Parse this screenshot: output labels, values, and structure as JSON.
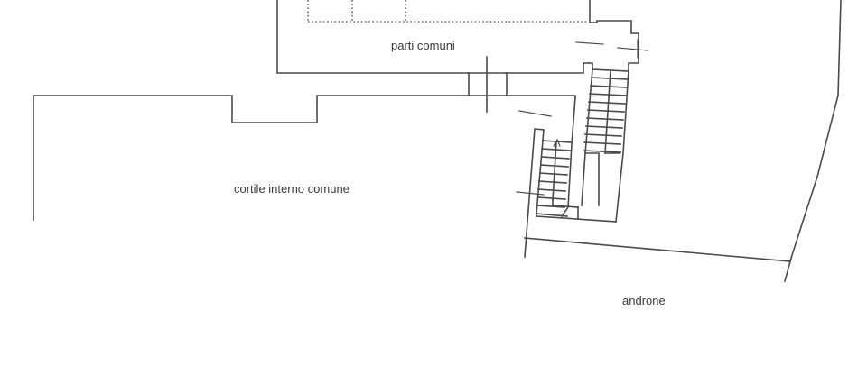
{
  "drawing": {
    "type": "floor-plan",
    "line_color": "#4a4a4a",
    "background": "#ffffff",
    "rooms": [
      {
        "id": "parti-comuni",
        "label": "parti comuni"
      },
      {
        "id": "cortile",
        "label": "cortile interno comune"
      },
      {
        "id": "androne",
        "label": "androne"
      }
    ]
  }
}
